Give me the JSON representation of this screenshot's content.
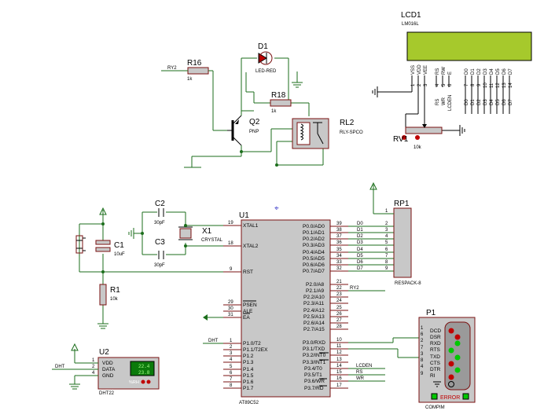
{
  "lcd": {
    "ref": "LCD1",
    "part": "LM016L",
    "pins_left": [
      "VSS",
      "VDD",
      "VEE"
    ],
    "pins_ctrl": [
      "RS",
      "RW",
      "E"
    ],
    "pins_data": [
      "D0",
      "D1",
      "D2",
      "D3",
      "D4",
      "D5",
      "D6",
      "D7"
    ],
    "nums_left": [
      "1",
      "2",
      "3"
    ],
    "nums_ctrl": [
      "4",
      "5",
      "6"
    ],
    "nums_data": [
      "7",
      "8",
      "9",
      "10",
      "11",
      "12",
      "13",
      "14"
    ],
    "sig_ctrl": [
      "RS",
      "WR",
      "LCDEN"
    ],
    "sig_data": [
      "D0",
      "D1",
      "D2",
      "D3",
      "D4",
      "D5",
      "D6",
      "D7"
    ]
  },
  "d1": {
    "ref": "D1",
    "part": "LED-RED"
  },
  "r16": {
    "ref": "R16",
    "value": "1k",
    "net": "RY2"
  },
  "r18": {
    "ref": "R18",
    "value": "1k"
  },
  "q2": {
    "ref": "Q2",
    "part": "PNP"
  },
  "rl2": {
    "ref": "RL2",
    "part": "RLY-SPCO"
  },
  "rv1": {
    "ref": "RV1",
    "value": "10k"
  },
  "rp1": {
    "ref": "RP1",
    "part": "RESPACK-8",
    "pins": [
      "1",
      "2",
      "3",
      "4",
      "5",
      "6",
      "7",
      "8",
      "9"
    ]
  },
  "u1": {
    "ref": "U1",
    "part": "AT89C52",
    "left": [
      {
        "n": "19",
        "l": "XTAL1"
      },
      {
        "n": "18",
        "l": "XTAL2"
      },
      {
        "n": "9",
        "l": "RST"
      },
      {
        "n": "29",
        "l": "PSEN"
      },
      {
        "n": "30",
        "l": "ALE"
      },
      {
        "n": "31",
        "l": "EA"
      },
      {
        "n": "1",
        "l": "P1.0/T2"
      },
      {
        "n": "2",
        "l": "P1.1/T2EX"
      },
      {
        "n": "3",
        "l": "P1.2"
      },
      {
        "n": "4",
        "l": "P1.3"
      },
      {
        "n": "5",
        "l": "P1.4"
      },
      {
        "n": "6",
        "l": "P1.5"
      },
      {
        "n": "7",
        "l": "P1.6"
      },
      {
        "n": "8",
        "l": "P1.7"
      }
    ],
    "p0": [
      {
        "n": "39",
        "l": "P0.0/AD0",
        "s": "D0"
      },
      {
        "n": "38",
        "l": "P0.1/AD1",
        "s": "D1"
      },
      {
        "n": "37",
        "l": "P0.2/AD2",
        "s": "D2"
      },
      {
        "n": "36",
        "l": "P0.3/AD3",
        "s": "D3"
      },
      {
        "n": "35",
        "l": "P0.4/AD4",
        "s": "D4"
      },
      {
        "n": "34",
        "l": "P0.5/AD5",
        "s": "D5"
      },
      {
        "n": "33",
        "l": "P0.6/AD6",
        "s": "D6"
      },
      {
        "n": "32",
        "l": "P0.7/AD7",
        "s": "D7"
      }
    ],
    "p2": [
      {
        "n": "21",
        "l": "P2.0/A8",
        "s": ""
      },
      {
        "n": "22",
        "l": "P2.1/A9",
        "s": "RY2"
      },
      {
        "n": "23",
        "l": "P2.2/A10",
        "s": ""
      },
      {
        "n": "24",
        "l": "P2.3/A11",
        "s": ""
      },
      {
        "n": "25",
        "l": "P2.4/A12",
        "s": ""
      },
      {
        "n": "26",
        "l": "P2.5/A13",
        "s": ""
      },
      {
        "n": "27",
        "l": "P2.6/A14",
        "s": ""
      },
      {
        "n": "28",
        "l": "P2.7/A15",
        "s": ""
      }
    ],
    "p3": [
      {
        "n": "10",
        "l": "P3.0/RXD",
        "s": ""
      },
      {
        "n": "11",
        "l": "P3.1/TXD",
        "s": ""
      },
      {
        "n": "12",
        "l": "P3.2/INT0",
        "s": ""
      },
      {
        "n": "13",
        "l": "P3.3/INT1",
        "s": ""
      },
      {
        "n": "14",
        "l": "P3.4/T0",
        "s": "LCDEN"
      },
      {
        "n": "15",
        "l": "P3.5/T1",
        "s": "RS"
      },
      {
        "n": "16",
        "l": "P3.6/WR",
        "s": "WR"
      },
      {
        "n": "17",
        "l": "P3.7/RD",
        "s": ""
      }
    ],
    "dht_net": "DHT"
  },
  "c1": {
    "ref": "C1",
    "value": "10uF"
  },
  "c2": {
    "ref": "C2",
    "value": "30pF"
  },
  "c3": {
    "ref": "C3",
    "value": "30pF"
  },
  "x1": {
    "ref": "X1",
    "part": "CRYSTAL"
  },
  "r1": {
    "ref": "R1",
    "value": "10k"
  },
  "u2": {
    "ref": "U2",
    "part": "DHT22",
    "pins": [
      "VDD",
      "DATA",
      "GND"
    ],
    "nums": [
      "1",
      "2",
      "4"
    ],
    "temp": "22.4",
    "hum": "23.8",
    "rh": "%RH",
    "net": "DHT"
  },
  "p1": {
    "ref": "P1",
    "part": "COMPIM",
    "pins": [
      "DCD",
      "DSR",
      "RXD",
      "RTS",
      "TXD",
      "CTS",
      "DTR",
      "RI"
    ],
    "nums": [
      "1",
      "6",
      "2",
      "7",
      "3",
      "8",
      "4",
      "9"
    ],
    "error": "ERROR"
  }
}
